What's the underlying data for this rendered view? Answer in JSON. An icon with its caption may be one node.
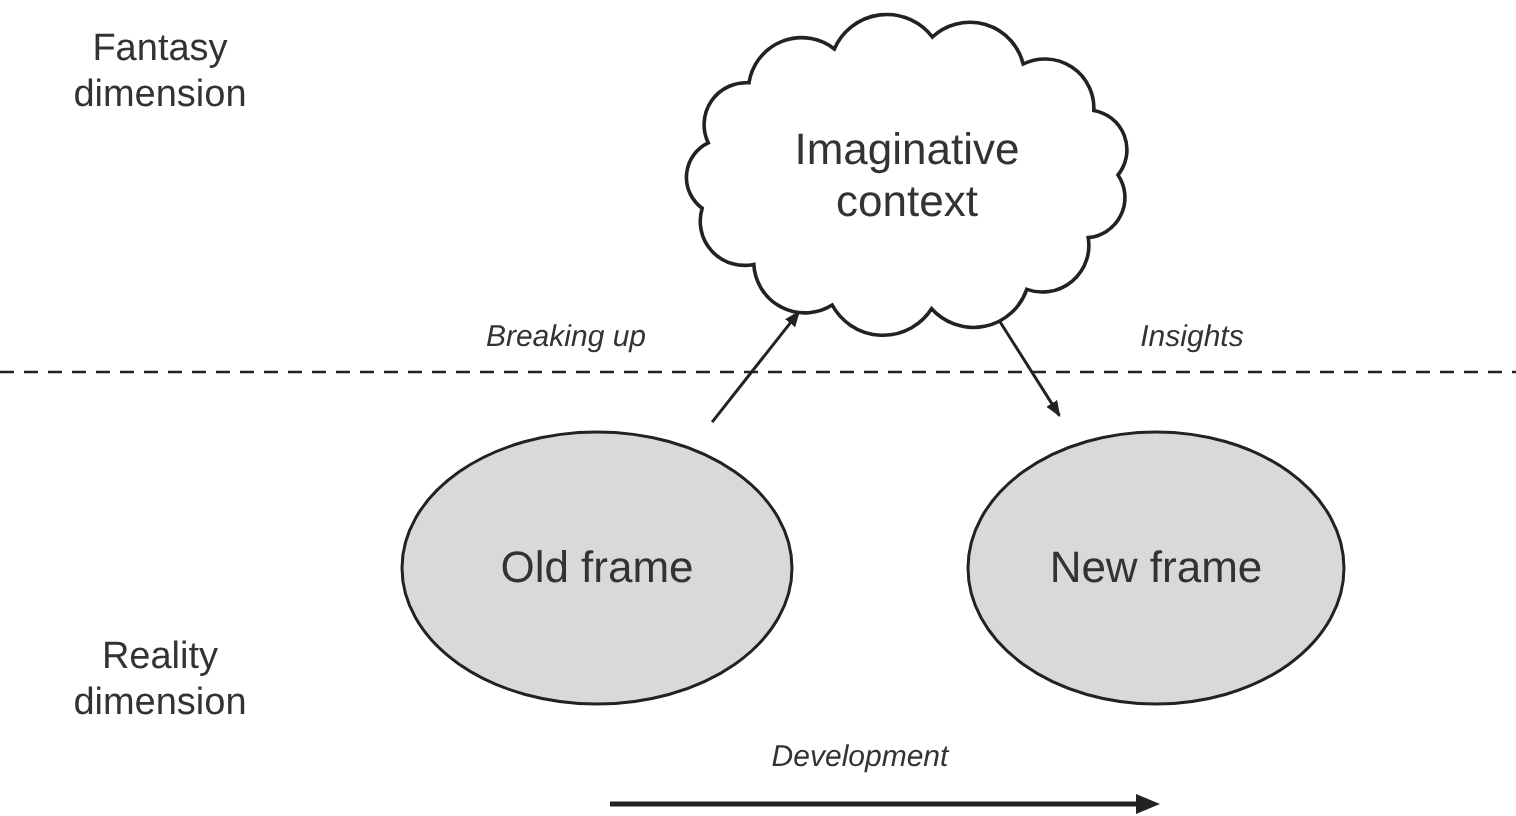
{
  "diagram": {
    "nodes": [
      {
        "text": [
          "Imaginative context"
        ]
      },
      {
        "text": [
          "Old frame"
        ]
      },
      {
        "text": [
          "New frame"
        ]
      }
    ],
    "edges": [
      {
        "from": 1,
        "to": 0,
        "arrow": "to",
        "label": "Breaking up"
      },
      {
        "from": 0,
        "to": 2,
        "arrow": "to",
        "label": "Insights"
      }
    ],
    "labels": [
      "Fantasy dimension",
      "Reality dimension",
      "Development"
    ]
  }
}
